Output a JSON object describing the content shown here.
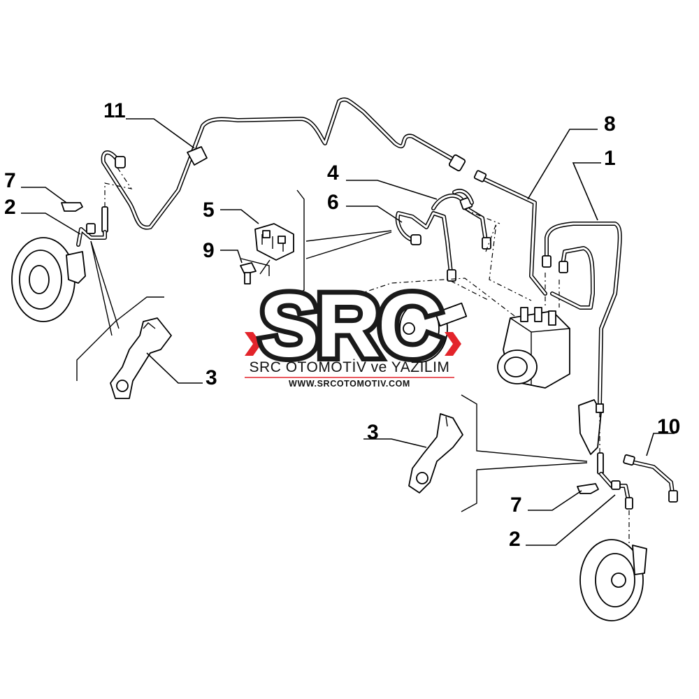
{
  "callouts": {
    "c11": "11",
    "c7_left": "7",
    "c2_left": "2",
    "c5": "5",
    "c9": "9",
    "c4": "4",
    "c6": "6",
    "c3_left": "3",
    "c8": "8",
    "c1": "1",
    "c3_right": "3",
    "c10": "10",
    "c7_right": "7",
    "c2_right": "2"
  },
  "watermark": {
    "brand": "SRC",
    "company": "SRC OTOMOTİV ve YAZILIM",
    "url": "WWW.SRCOTOMOTIV.COM",
    "accent_color": "#e3242b"
  }
}
